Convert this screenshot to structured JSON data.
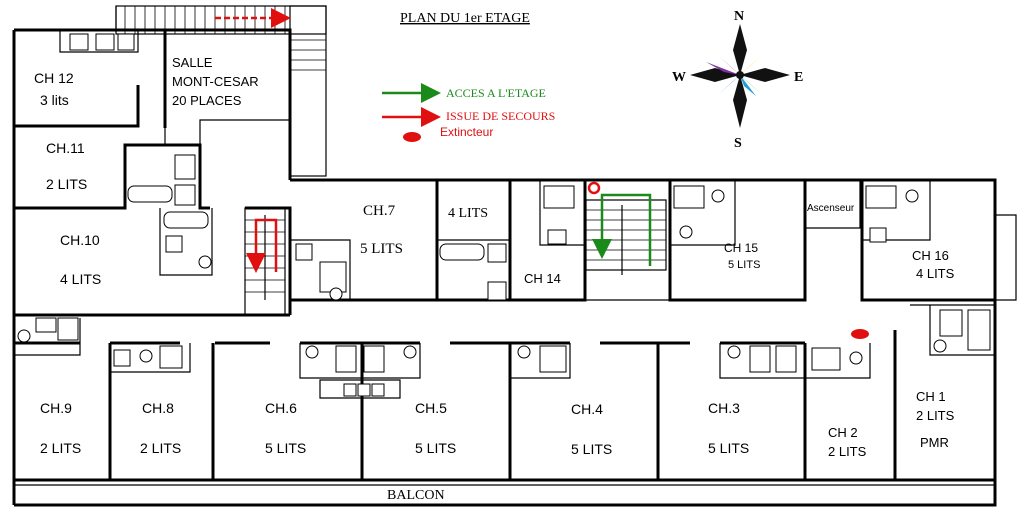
{
  "title": "PLAN DU 1er ETAGE",
  "legend": {
    "access": "ACCES A L'ETAGE",
    "emergency": "ISSUE DE SECOURS",
    "extinguisher": "Extincteur",
    "colors": {
      "access": "#1a8a1a",
      "emergency": "#e01010",
      "extinguisher": "#e01010"
    }
  },
  "compass": {
    "n": "N",
    "s": "S",
    "e": "E",
    "w": "W"
  },
  "rooms": {
    "ch12": {
      "name": "CH 12",
      "beds": "3 lits"
    },
    "salle": {
      "line1": "SALLE",
      "line2": "MONT-CESAR",
      "line3": "20 PLACES"
    },
    "ch11": {
      "name": "CH.11",
      "beds": "2 LITS"
    },
    "ch10": {
      "name": "CH.10",
      "beds": "4 LITS"
    },
    "ch7": {
      "name": "CH.7",
      "beds": "5 LITS"
    },
    "ch4lits": {
      "beds": "4 LITS"
    },
    "ch14": {
      "name": "CH 14"
    },
    "ch15": {
      "name": "CH 15",
      "beds": "5 LITS"
    },
    "ascenseur": {
      "name": "Ascenseur"
    },
    "ch16": {
      "name": "CH 16",
      "beds": "4 LITS"
    },
    "ch9": {
      "name": "CH.9",
      "beds": "2 LITS"
    },
    "ch8": {
      "name": "CH.8",
      "beds": "2 LITS"
    },
    "ch6": {
      "name": "CH.6",
      "beds": "5 LITS"
    },
    "ch5": {
      "name": "CH.5",
      "beds": "5 LITS"
    },
    "ch4": {
      "name": "CH.4",
      "beds": "5 LITS"
    },
    "ch3": {
      "name": "CH.3",
      "beds": "5 LITS"
    },
    "ch2": {
      "name": "CH 2",
      "beds": "2 LITS"
    },
    "ch1": {
      "name": "CH 1",
      "beds": "2 LITS",
      "note": "PMR"
    }
  },
  "balcon": "BALCON"
}
